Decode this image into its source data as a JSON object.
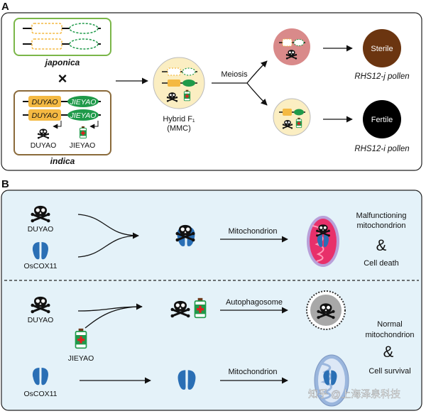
{
  "panel_a": {
    "label": "A",
    "japonica_label": "japonica",
    "cross_symbol": "×",
    "indica_label": "indica",
    "gene_duyao": "DUYAO",
    "gene_jieyao": "JIEYAO",
    "toxin_label": "DUYAO",
    "antidote_label": "JIEYAO",
    "hybrid_label_line1": "Hybrid F₁",
    "hybrid_label_line2": "(MMC)",
    "meiosis_label": "Meiosis",
    "sterile_label": "Sterile",
    "fertile_label": "Fertile",
    "pollen_j": "RHS12-j pollen",
    "pollen_i": "RHS12-i pollen"
  },
  "panel_b": {
    "label": "B",
    "top": {
      "toxin_label": "DUYAO",
      "cox_label": "OsCOX11",
      "arrow_label": "Mitochondrion",
      "outcome_line1": "Malfunctioning",
      "outcome_line2": "mitochondrion",
      "amp": "&",
      "outcome_line3": "Cell death"
    },
    "bottom": {
      "toxin_label": "DUYAO",
      "antidote_label": "JIEYAO",
      "cox_label": "OsCOX11",
      "arrow_label_1": "Autophagosome",
      "arrow_label_2": "Mitochondrion",
      "outcome_line1": "Normal",
      "outcome_line2": "mitochondrion",
      "amp": "&",
      "outcome_line3": "Cell survival"
    }
  },
  "watermark": "知乎 @上海泽泉科技",
  "colors": {
    "japonica_border": "#7ab648",
    "indica_border": "#8a6a3a",
    "duyao_fill": "#f4b942",
    "jieyao_fill": "#1f9a4a",
    "hybrid_fill": "#fbeec2",
    "sterile_cell": "#d98a8a",
    "sterile_pollen": "#6b3510",
    "fertile_pollen": "#000000",
    "panel_b_bg": "#e4f2f9",
    "cox_blue": "#2a6fb5"
  }
}
